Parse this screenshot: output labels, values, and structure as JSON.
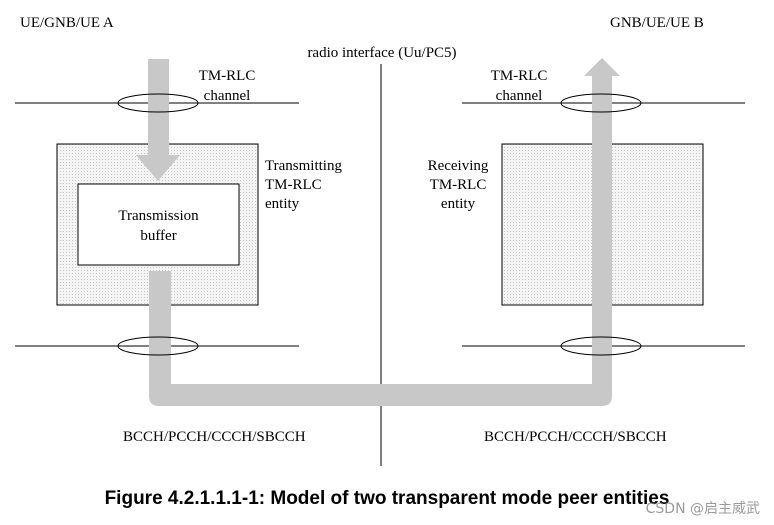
{
  "nodes": {
    "left": "UE/GNB/UE A",
    "right": "GNB/UE/UE B"
  },
  "interface": "radio interface (Uu/PC5)",
  "left_channel": [
    "TM-RLC",
    "channel"
  ],
  "right_channel": [
    "TM-RLC",
    "channel"
  ],
  "transmitting_entity": [
    "Transmitting",
    "TM-RLC",
    "entity"
  ],
  "receiving_entity": [
    "Receiving",
    "TM-RLC",
    "entity"
  ],
  "buffer": [
    "Transmission",
    "buffer"
  ],
  "left_logical_channels": "BCCH/PCCH/CCCH/SBCCH",
  "right_logical_channels": "BCCH/PCCH/CCCH/SBCCH",
  "caption": "Figure 4.2.1.1.1-1: Model of two transparent mode peer entities",
  "watermark": "CSDN @启主威武",
  "colors": {
    "arrow": "#c8c8c8",
    "entity_fill": "#ececec",
    "line": "#000000"
  }
}
